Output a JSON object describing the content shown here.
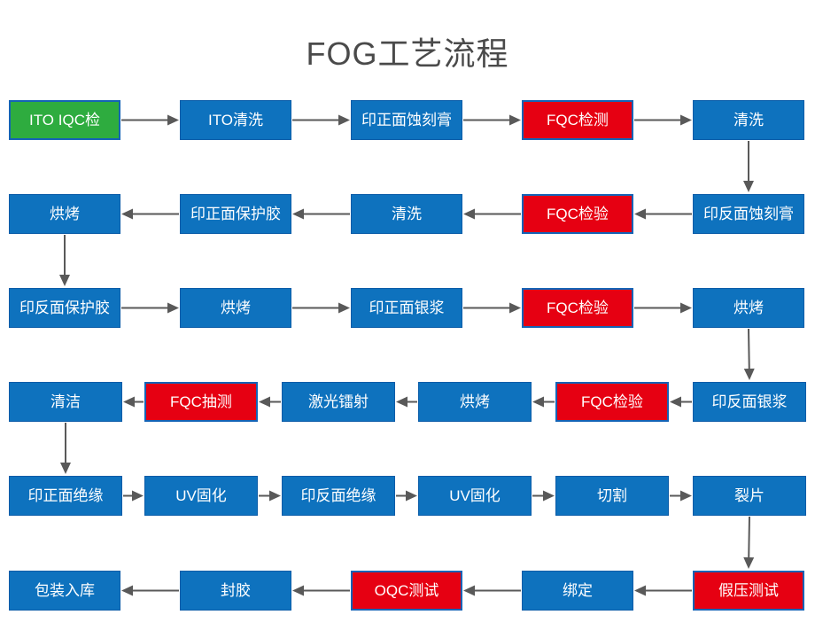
{
  "title": "FOG工艺流程",
  "colors": {
    "background": "#FFFFFF",
    "title_color": "#4A4A4A",
    "blue": "#0E72BE",
    "blue_border": "#0B5CA8",
    "green": "#2EAC3F",
    "red": "#E60012",
    "box_border": "#1463B6",
    "arrow": "#595959"
  },
  "rows": [
    {
      "direction": "right",
      "boxes": [
        {
          "label": "ITO IQC检",
          "color": "green"
        },
        {
          "label": "ITO清洗",
          "color": "blue"
        },
        {
          "label": "印正面蚀刻膏",
          "color": "blue"
        },
        {
          "label": "FQC检测",
          "color": "red"
        },
        {
          "label": "清洗",
          "color": "blue"
        }
      ]
    },
    {
      "direction": "left",
      "boxes": [
        {
          "label": "烘烤",
          "color": "blue"
        },
        {
          "label": "印正面保护胶",
          "color": "blue"
        },
        {
          "label": "清洗",
          "color": "blue"
        },
        {
          "label": "FQC检验",
          "color": "red"
        },
        {
          "label": "印反面蚀刻膏",
          "color": "blue"
        }
      ]
    },
    {
      "direction": "right",
      "boxes": [
        {
          "label": "印反面保护胶",
          "color": "blue"
        },
        {
          "label": "烘烤",
          "color": "blue"
        },
        {
          "label": "印正面银浆",
          "color": "blue"
        },
        {
          "label": "FQC检验",
          "color": "red"
        },
        {
          "label": "烘烤",
          "color": "blue"
        }
      ]
    },
    {
      "direction": "left",
      "boxes": [
        {
          "label": "清洁",
          "color": "blue"
        },
        {
          "label": "FQC抽测",
          "color": "red"
        },
        {
          "label": "激光镭射",
          "color": "blue"
        },
        {
          "label": "烘烤",
          "color": "blue"
        },
        {
          "label": "FQC检验",
          "color": "red"
        },
        {
          "label": "印反面银浆",
          "color": "blue"
        }
      ]
    },
    {
      "direction": "right",
      "boxes": [
        {
          "label": "印正面绝缘",
          "color": "blue"
        },
        {
          "label": "UV固化",
          "color": "blue"
        },
        {
          "label": "印反面绝缘",
          "color": "blue"
        },
        {
          "label": "UV固化",
          "color": "blue"
        },
        {
          "label": "切割",
          "color": "blue"
        },
        {
          "label": "裂片",
          "color": "blue"
        }
      ]
    },
    {
      "direction": "left",
      "boxes": [
        {
          "label": "包装入库",
          "color": "blue"
        },
        {
          "label": "封胶",
          "color": "blue"
        },
        {
          "label": "OQC测试",
          "color": "red"
        },
        {
          "label": "绑定",
          "color": "blue"
        },
        {
          "label": "假压测试",
          "color": "red"
        }
      ]
    }
  ],
  "connectors": [
    {
      "from_row": 0,
      "from_box": 4,
      "to_row": 1,
      "to_box": 4
    },
    {
      "from_row": 1,
      "from_box": 0,
      "to_row": 2,
      "to_box": 0
    },
    {
      "from_row": 2,
      "from_box": 4,
      "to_row": 3,
      "to_box": 5
    },
    {
      "from_row": 3,
      "from_box": 0,
      "to_row": 4,
      "to_box": 0
    },
    {
      "from_row": 4,
      "from_box": 5,
      "to_row": 5,
      "to_box": 4
    }
  ]
}
